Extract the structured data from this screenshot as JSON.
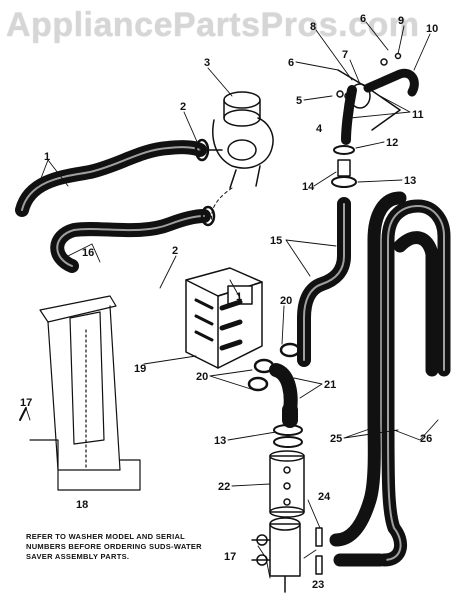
{
  "watermark": "AppliancePartsPros.com",
  "note": {
    "lines": [
      "REFER TO WASHER MODEL AND SERIAL",
      "NUMBERS BEFORE ORDERING SUDS-WATER",
      "SAVER ASSEMBLY PARTS."
    ]
  },
  "callouts": {
    "c1a": "1",
    "c1b": "1",
    "c2a": "2",
    "c2b": "2",
    "c3": "3",
    "c4": "4",
    "c5": "5",
    "c6a": "6",
    "c6b": "6",
    "c7": "7",
    "c8": "8",
    "c9": "9",
    "c10": "10",
    "c11": "11",
    "c12": "12",
    "c13a": "13",
    "c13b": "13",
    "c14": "14",
    "c15": "15",
    "c16": "16",
    "c17a": "17",
    "c17b": "17",
    "c18": "18",
    "c19": "19",
    "c20a": "20",
    "c20b": "20",
    "c21": "21",
    "c22": "22",
    "c23": "23",
    "c24": "24",
    "c25": "25",
    "c26": "26"
  }
}
